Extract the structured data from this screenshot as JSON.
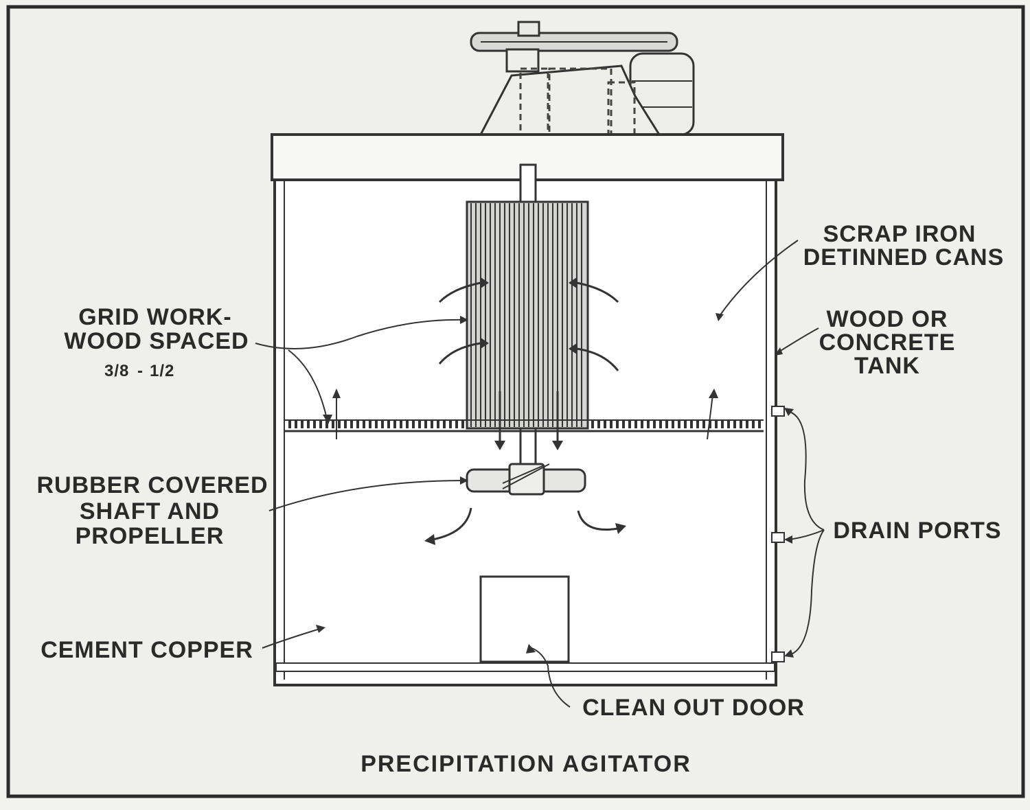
{
  "figure_title": "PRECIPITATION AGITATOR",
  "labels": {
    "scrap_iron": [
      "SCRAP IRON",
      "DETINNED CANS"
    ],
    "grid_work": [
      "GRID WORK-",
      "WOOD SPACED"
    ],
    "grid_spacing": [
      "3/8",
      "-",
      "1/2"
    ],
    "tank": [
      "WOOD OR",
      "CONCRETE",
      "TANK"
    ],
    "shaft": [
      "RUBBER COVERED",
      "SHAFT AND",
      "PROPELLER"
    ],
    "drain_ports": "DRAIN PORTS",
    "cement_copper": "CEMENT COPPER",
    "clean_out_door": "CLEAN OUT DOOR"
  },
  "colors": {
    "paper": "#f2f2ef",
    "tank_interior": "#ffffff",
    "ink": "#333333"
  }
}
